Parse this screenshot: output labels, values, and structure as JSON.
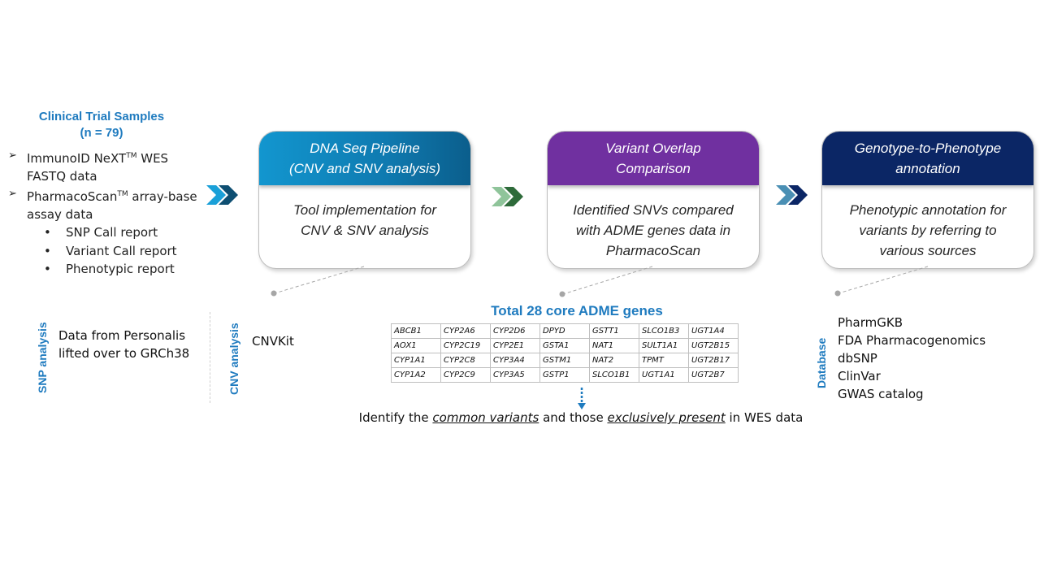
{
  "samples": {
    "title_line1": "Clinical Trial Samples",
    "title_line2": "(n = 79)",
    "items": [
      {
        "prefix": "ImmunoID NeXT",
        "sup": "TM",
        "suffix": " WES",
        "line2": "FASTQ data"
      },
      {
        "prefix": "PharmacoScan",
        "sup": "TM",
        "suffix": " array-base",
        "line2": "assay data"
      }
    ],
    "subitems": [
      "SNP Call report",
      "Variant Call report",
      "Phenotypic report"
    ],
    "bullet_icon": "➢",
    "dot_icon": "•"
  },
  "colors": {
    "accent_blue": "#1f7bbf",
    "stage1": "#1296cf",
    "stage2": "#7030a0",
    "stage3": "#0b2665",
    "chevron1_light": "#1aa0d8",
    "chevron1_dark": "#0e4f72",
    "chevron2_light": "#8fc49a",
    "chevron2_dark": "#2e6b3a",
    "chevron3_light": "#4a8fb4",
    "chevron3_dark": "#0b2665"
  },
  "stages": [
    {
      "title_line1": "DNA Seq Pipeline",
      "title_line2": "(CNV and SNV analysis)",
      "body": [
        "Tool implementation for",
        "CNV & SNV analysis"
      ]
    },
    {
      "title_line1": "Variant Overlap",
      "title_line2": "Comparison",
      "body": [
        "Identified SNVs compared",
        "with ADME genes data in",
        "PharmacoScan"
      ]
    },
    {
      "title_line1": "Genotype-to-Phenotype",
      "title_line2": "annotation",
      "body": [
        "Phenotypic annotation for",
        "variants by referring to",
        "various sources"
      ]
    }
  ],
  "analysis": {
    "snp_label": "SNP analysis",
    "snp_text_line1": "Data from Personalis",
    "snp_text_line2": "lifted over to GRCh38",
    "cnv_label": "CNV analysis",
    "cnv_text": "CNVKit"
  },
  "genes": {
    "title": "Total 28 core ADME genes",
    "rows": [
      [
        "ABCB1",
        "CYP2A6",
        "CYP2D6",
        "DPYD",
        "GSTT1",
        "SLCO1B3",
        "UGT1A4"
      ],
      [
        "AOX1",
        "CYP2C19",
        "CYP2E1",
        "GSTA1",
        "NAT1",
        "SULT1A1",
        "UGT2B15"
      ],
      [
        "CYP1A1",
        "CYP2C8",
        "CYP3A4",
        "GSTM1",
        "NAT2",
        "TPMT",
        "UGT2B17"
      ],
      [
        "CYP1A2",
        "CYP2C9",
        "CYP3A5",
        "GSTP1",
        "SLCO1B1",
        "UGT1A1",
        "UGT2B7"
      ]
    ]
  },
  "conclusion": {
    "part1": "Identify the ",
    "em1": "common variants",
    "part2": " and those ",
    "em2": "exclusively present",
    "part3": " in WES data"
  },
  "database": {
    "label": "Database",
    "items": [
      "PharmGKB",
      "FDA Pharmacogenomics",
      "dbSNP",
      "ClinVar",
      "GWAS catalog"
    ]
  }
}
